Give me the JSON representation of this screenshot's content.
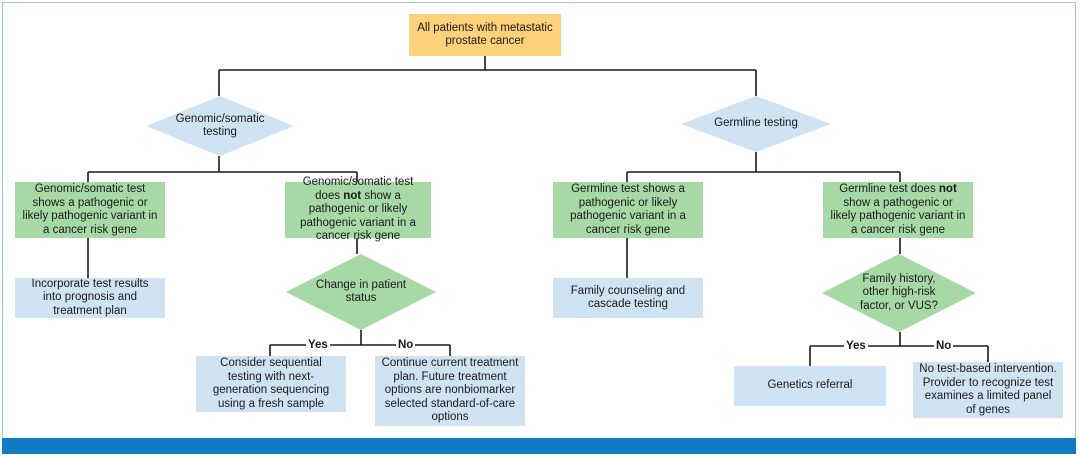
{
  "root": "All patients with metastatic prostate cancer",
  "somatic": {
    "decision": "Genomic/somatic testing",
    "positive": "Genomic/somatic test shows a pathogenic or likely pathogenic variant in a cancer risk gene",
    "positive_action": "Incorporate test results into prognosis and treatment plan",
    "negative_pre": "Genomic/somatic test does ",
    "negative_bold": "not",
    "negative_post": " show a pathogenic or likely pathogenic variant in a cancer risk gene",
    "change_decision": "Change in patient status",
    "yes_label": "Yes",
    "no_label": "No",
    "yes_action": "Consider sequential testing with next-generation sequencing using a fresh sample",
    "no_action": "Continue current treatment plan. Future treatment options are nonbiomarker selected standard-of-care options"
  },
  "germline": {
    "decision": "Germline testing",
    "positive": "Germline test shows a pathogenic or likely pathogenic variant in a cancer risk gene",
    "positive_action": "Family counseling and cascade testing",
    "negative_pre": "Germline test does ",
    "negative_bold": "not",
    "negative_post": " show a pathogenic or likely pathogenic variant in a cancer risk gene",
    "history_decision": "Family history, other high-risk factor, or VUS?",
    "yes_label": "Yes",
    "no_label": "No",
    "yes_action": "Genetics referral",
    "no_action": "No test-based intervention. Provider to recognize test examines a limited panel of genes"
  },
  "colors": {
    "start": "#fdd27a",
    "outcome": "#a6d9a6",
    "action": "#cfe3f2",
    "footer_bar": "#0e7bc4"
  }
}
